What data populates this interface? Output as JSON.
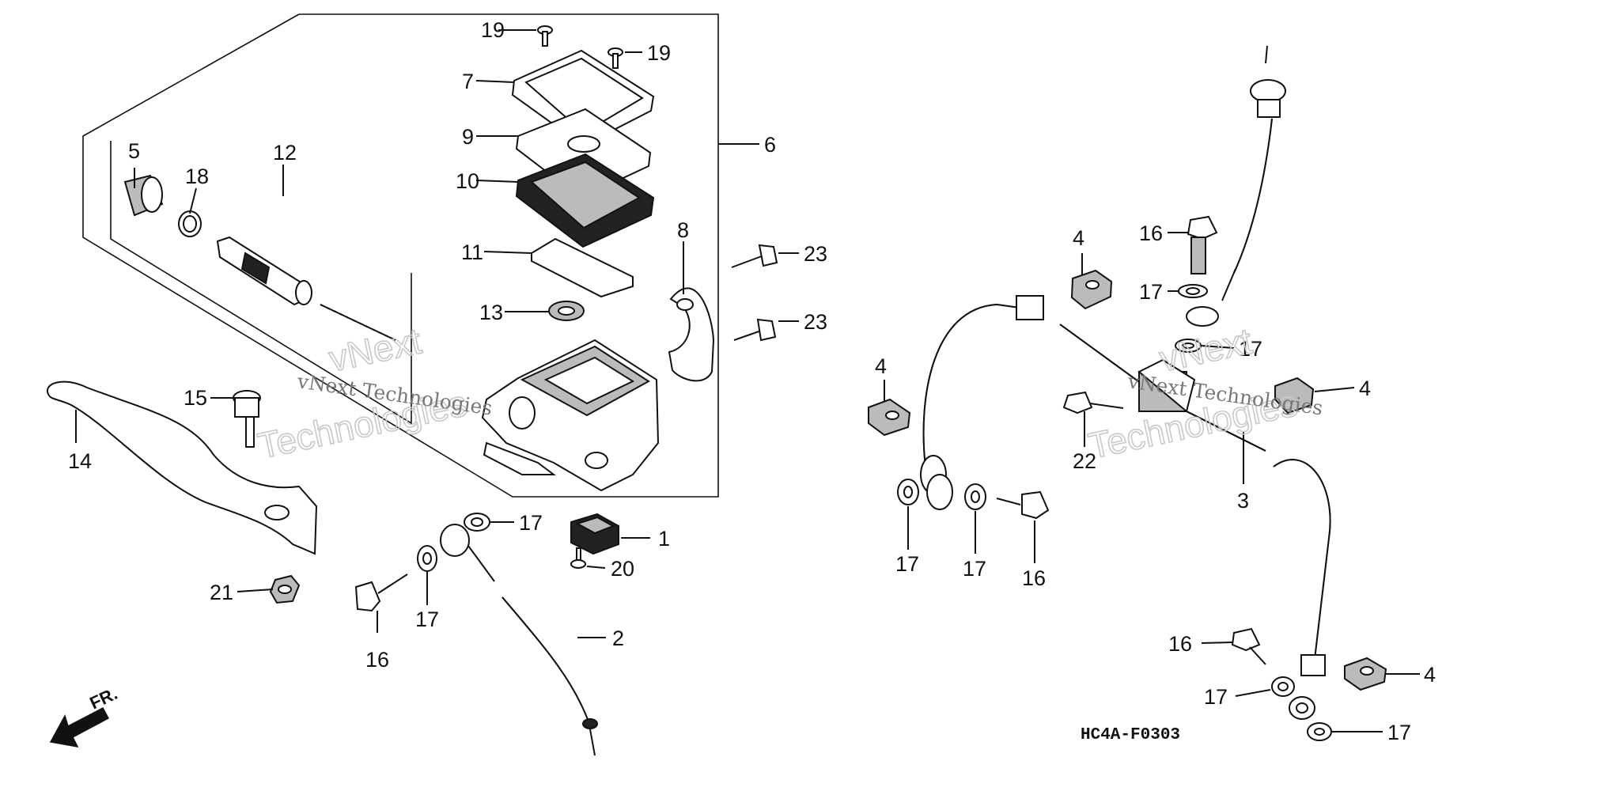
{
  "diagram": {
    "part_labels": [
      "1",
      "2",
      "3",
      "4",
      "5",
      "6",
      "7",
      "8",
      "9",
      "10",
      "11",
      "12",
      "13",
      "14",
      "15",
      "16",
      "17",
      "18",
      "19",
      "20",
      "21",
      "22",
      "23"
    ],
    "figure_code": "HC4A-F0303",
    "direction_label": "FR.",
    "watermark": {
      "big_line1": "vNext",
      "big_line2": "Technologies",
      "small": "vNext Technologies"
    }
  }
}
